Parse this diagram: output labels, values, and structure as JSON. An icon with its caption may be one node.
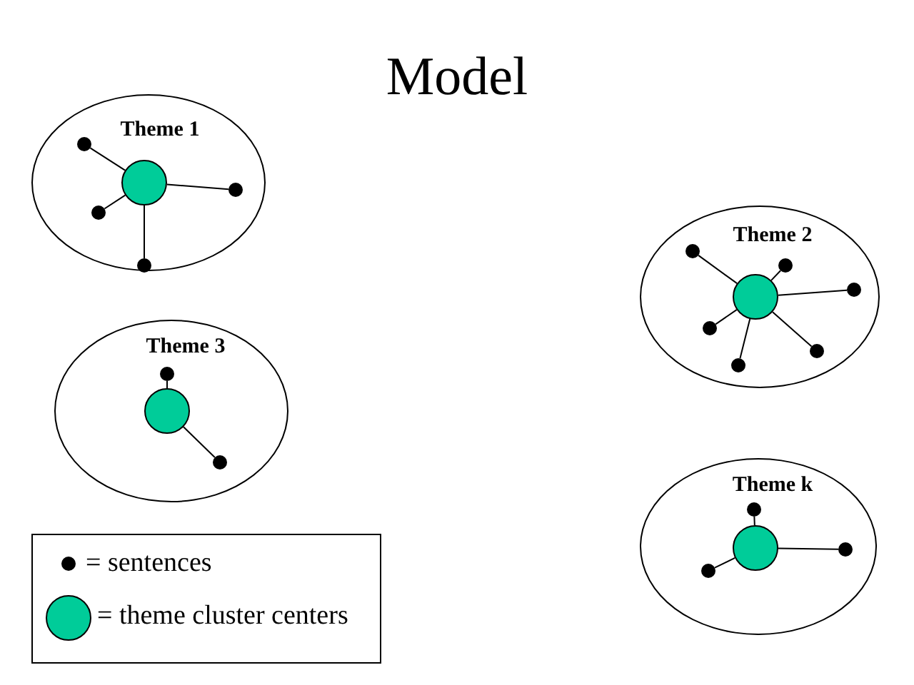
{
  "diagram": {
    "title": "Model",
    "nodes": [
      {
        "text": [
          "Theme 1"
        ]
      },
      {
        "text": [],
        "shape": "circle",
        "in": 0
      },
      {
        "text": [],
        "shape": "circle",
        "in": 0
      },
      {
        "text": [],
        "shape": "circle",
        "in": 0
      },
      {
        "text": [],
        "shape": "circle",
        "in": 0
      },
      {
        "text": [],
        "shape": "circle",
        "in": 0
      },
      {
        "text": [
          "Theme 2"
        ]
      },
      {
        "text": [],
        "shape": "circle",
        "in": 6
      },
      {
        "text": [],
        "shape": "circle",
        "in": 6
      },
      {
        "text": [],
        "shape": "circle",
        "in": 6
      },
      {
        "text": [],
        "shape": "circle",
        "in": 6
      },
      {
        "text": [],
        "shape": "circle",
        "in": 6
      },
      {
        "text": [],
        "shape": "circle",
        "in": 6
      },
      {
        "text": [],
        "shape": "circle",
        "in": 6
      },
      {
        "text": [
          "Theme 3"
        ]
      },
      {
        "text": [],
        "shape": "circle",
        "in": 14
      },
      {
        "text": [],
        "shape": "circle",
        "in": 14
      },
      {
        "text": [],
        "shape": "circle",
        "in": 14
      },
      {
        "text": [
          "Theme k"
        ]
      },
      {
        "text": [],
        "shape": "circle",
        "in": 18
      },
      {
        "text": [],
        "shape": "circle",
        "in": 18
      },
      {
        "text": [],
        "shape": "circle",
        "in": 18
      },
      {
        "text": [],
        "shape": "circle",
        "in": 18
      }
    ],
    "edges": [
      {
        "from": 1,
        "to": 2,
        "arrow": "none"
      },
      {
        "from": 1,
        "to": 3,
        "arrow": "none"
      },
      {
        "from": 1,
        "to": 4,
        "arrow": "none"
      },
      {
        "from": 1,
        "to": 5,
        "arrow": "none"
      },
      {
        "from": 7,
        "to": 8,
        "arrow": "none"
      },
      {
        "from": 7,
        "to": 9,
        "arrow": "none"
      },
      {
        "from": 7,
        "to": 10,
        "arrow": "none"
      },
      {
        "from": 7,
        "to": 11,
        "arrow": "none"
      },
      {
        "from": 7,
        "to": 12,
        "arrow": "none"
      },
      {
        "from": 7,
        "to": 13,
        "arrow": "none"
      },
      {
        "from": 15,
        "to": 16,
        "arrow": "none"
      },
      {
        "from": 15,
        "to": 17,
        "arrow": "none"
      },
      {
        "from": 19,
        "to": 20,
        "arrow": "none"
      },
      {
        "from": 19,
        "to": 21,
        "arrow": "none"
      },
      {
        "from": 19,
        "to": 22,
        "arrow": "none"
      }
    ],
    "legend": [
      {
        "text": "= sentences",
        "color": "#000000"
      },
      {
        "text": "= theme cluster centers",
        "color": "#00cc99"
      }
    ]
  }
}
